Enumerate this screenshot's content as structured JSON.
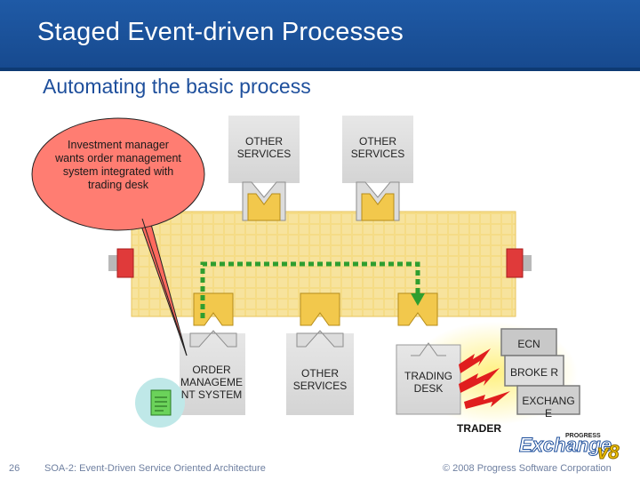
{
  "slide": {
    "title": "Staged Event-driven Processes",
    "subtitle": "Automating the basic process",
    "page_number": "26",
    "footer": "SOA-2: Event-Driven Service Oriented Architecture",
    "copyright": "© 2008 Progress Software Corporation"
  },
  "diagram": {
    "callout": "Investment manager wants order management system integrated with trading desk",
    "services_top": [
      "OTHER SERVICES",
      "OTHER SERVICES"
    ],
    "order_system": "ORDER MANAGEME NT SYSTEM",
    "service_bottom": "OTHER SERVICES",
    "trading_desk": "TRADING DESK",
    "ecn": "ECN",
    "broker": "BROKE R",
    "exchange": "EXCHANG E",
    "trader": "TRADER"
  },
  "logo": {
    "brand": "Exchange",
    "version": "v8",
    "maker": "PROGRESS"
  },
  "colors": {
    "title_bar": "#1f5aa6",
    "bus_fill": "#f5d36a",
    "bus_cells": "#f8e8b0",
    "callout": "#ff7d72",
    "flow_line": "#2f9e2f",
    "terminal": "#e03a3a",
    "lightning": "#e01e1e"
  }
}
